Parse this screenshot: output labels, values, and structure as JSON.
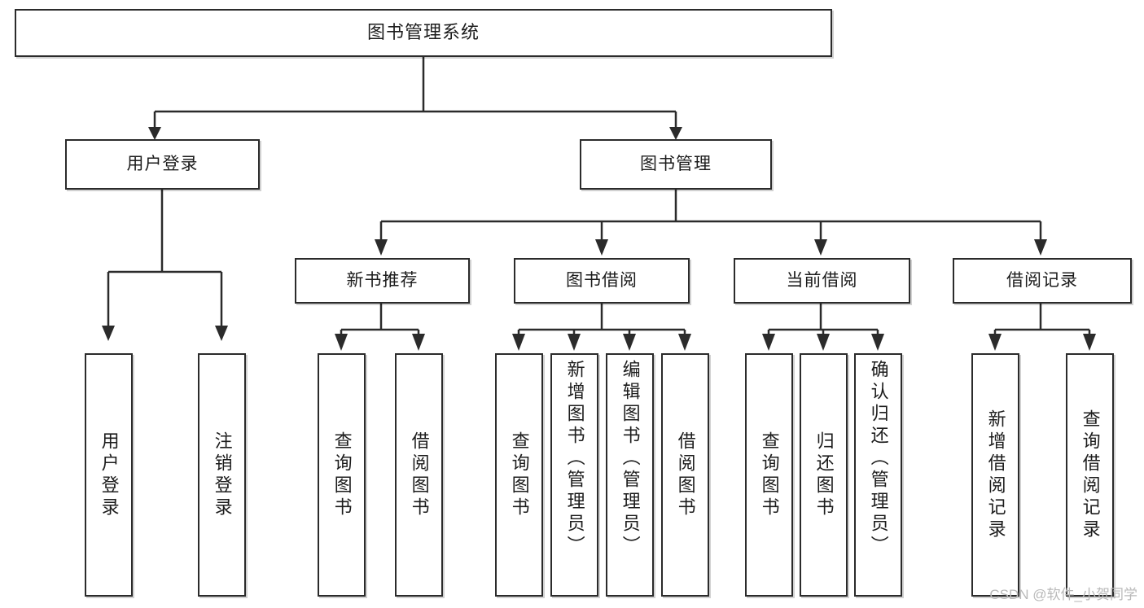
{
  "diagram": {
    "type": "tree",
    "title": "图书管理系统",
    "watermark": "CSDN @软件_小贺同学",
    "colors": {
      "stroke": "#2b2b2b",
      "box_fill": "#ffffff",
      "text": "#1c1c1c",
      "watermark": "#b9b9b9",
      "background": "#ffffff"
    },
    "nodes": {
      "root": {
        "label": "图书管理系统"
      },
      "level2": [
        {
          "label": "用户登录"
        },
        {
          "label": "图书管理"
        }
      ],
      "level3": [
        {
          "label": "新书推荐"
        },
        {
          "label": "图书借阅"
        },
        {
          "label": "当前借阅"
        },
        {
          "label": "借阅记录"
        }
      ],
      "leaves": {
        "user_login": [
          {
            "label": "用户登录"
          },
          {
            "label": "注销登录"
          }
        ],
        "new_book": [
          {
            "label": "查询图书"
          },
          {
            "label": "借阅图书"
          }
        ],
        "book_borrow": [
          {
            "label": "查询图书"
          },
          {
            "label": "新增图书（管理员）"
          },
          {
            "label": "编辑图书（管理员）"
          },
          {
            "label": "借阅图书"
          }
        ],
        "current_borrow": [
          {
            "label": "查询图书"
          },
          {
            "label": "归还图书"
          },
          {
            "label": "确认归还（管理员）"
          }
        ],
        "borrow_record": [
          {
            "label": "新增借阅记录"
          },
          {
            "label": "查询借阅记录"
          }
        ]
      }
    }
  }
}
